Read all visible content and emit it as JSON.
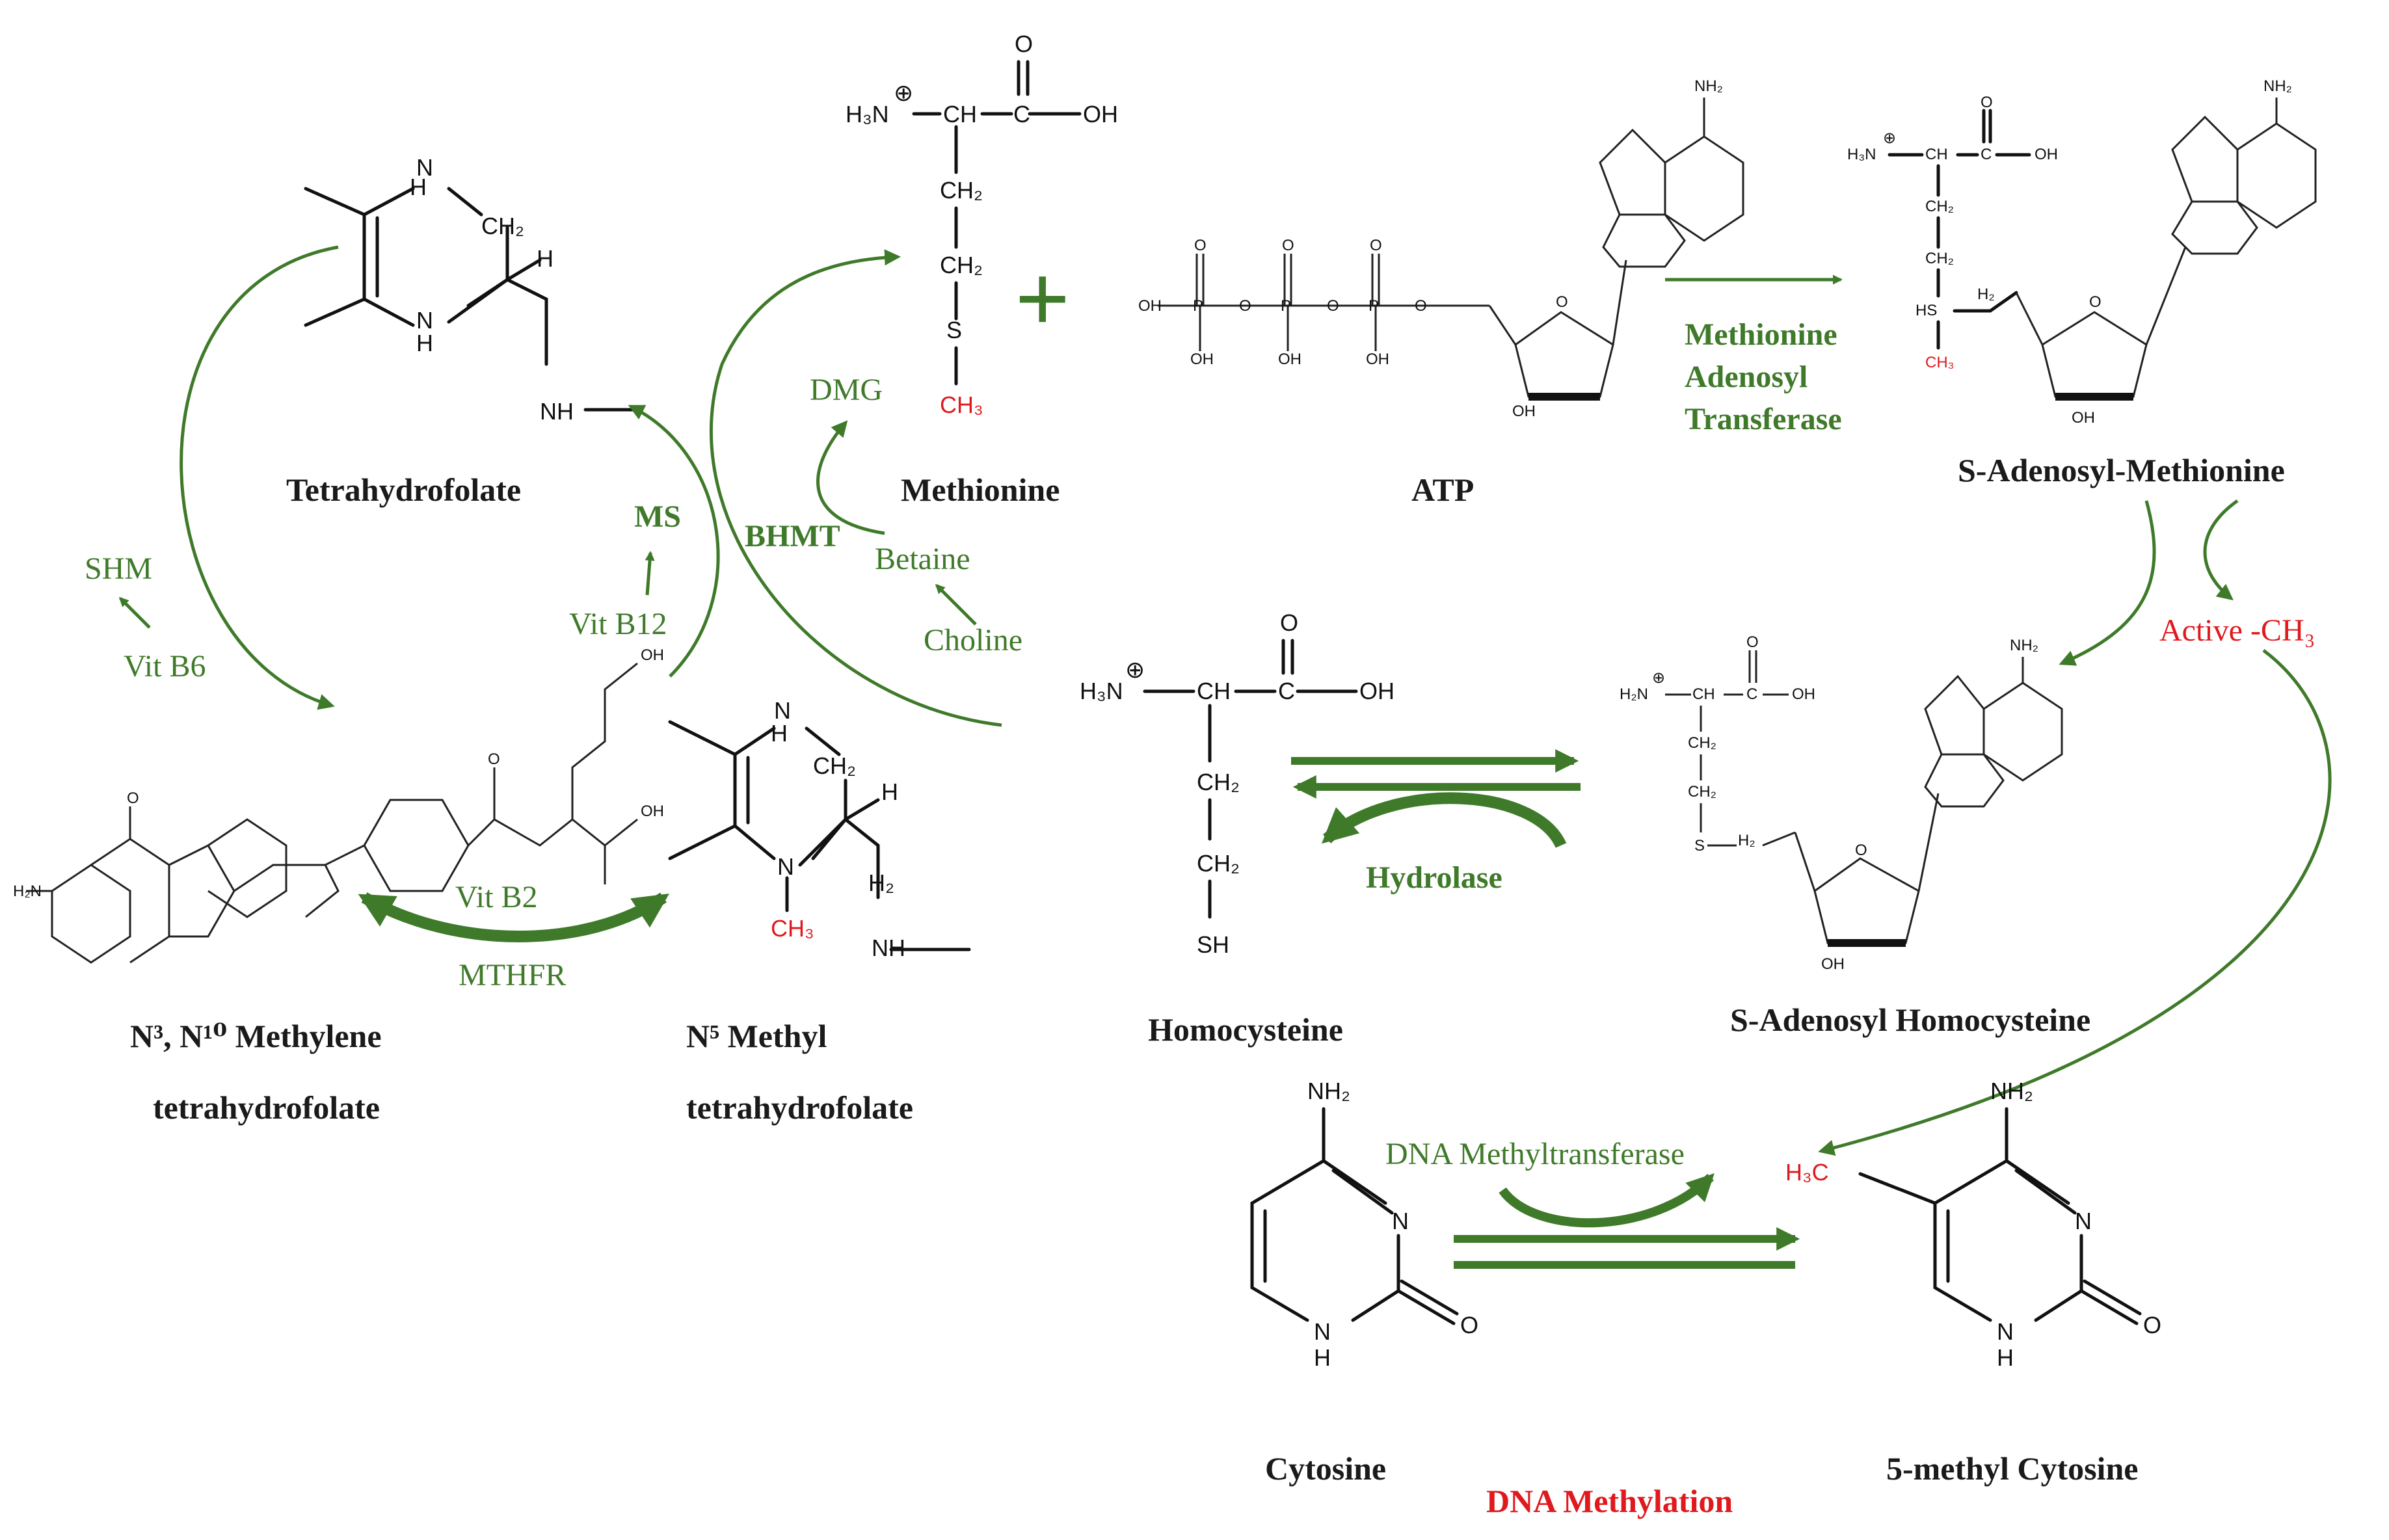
{
  "compounds": {
    "tetrahydrofolate": "Tetrahydrofolate",
    "methionine": "Methionine",
    "atp": "ATP",
    "sam": "S-Adenosyl-Methionine",
    "methylene_thf_line1": "N³, N¹⁰ Methylene",
    "methylene_thf_line2": "tetrahydrofolate",
    "methyl_thf_line1": "N⁵ Methyl",
    "methyl_thf_line2": "tetrahydrofolate",
    "homocysteine": "Homocysteine",
    "sah": "S-Adenosyl Homocysteine",
    "cytosine": "Cytosine",
    "methyl_cytosine": "5-methyl Cytosine"
  },
  "enzymes": {
    "shm": "SHM",
    "vit_b6": "Vit B6",
    "ms": "MS",
    "vit_b12": "Vit B12",
    "bhmt": "BHMT",
    "dmg": "DMG",
    "betaine": "Betaine",
    "choline": "Choline",
    "vit_b2": "Vit B2",
    "mthfr": "MTHFR",
    "mat_line1": "Methionine",
    "mat_line2": "Adenosyl",
    "mat_line3": "Transferase",
    "hydrolase": "Hydrolase",
    "dnmt": "DNA Methyltransferase"
  },
  "highlights": {
    "active_ch3": "Active -CH₃",
    "dna_methylation": "DNA Methylation",
    "plus": "+"
  },
  "colors": {
    "pathway_green": "#3f7a2a",
    "methyl_red": "#e0191e",
    "structure_black": "#111111"
  },
  "atoms": {
    "n": "N",
    "nh": "NH",
    "h": "H",
    "o": "O",
    "oh": "OH",
    "s": "S",
    "sh": "SH",
    "ch2": "CH₂",
    "ch3": "CH₃",
    "ch": "CH",
    "c": "C",
    "p": "P",
    "h3n": "H₃N",
    "nh2": "NH₂",
    "h3c": "H₃C",
    "hs": "HS",
    "h2": "H₂",
    "h2n": "H₂N"
  }
}
